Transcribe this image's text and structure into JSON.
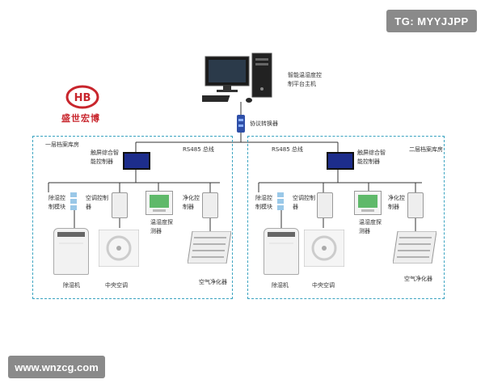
{
  "watermarks": {
    "tg": "TG: MYYJJPP",
    "site": "www.wnzcg.com"
  },
  "logo": {
    "text": "盛世宏博",
    "mark": "HB",
    "color": "#c8252c"
  },
  "host": {
    "label": "智能温湿度控制平台主机"
  },
  "converter": {
    "label": "协议转换器"
  },
  "bus": {
    "label": "RS485 总线"
  },
  "zones": {
    "left": {
      "title": "一层档案库房"
    },
    "right": {
      "title": "二层档案库房"
    }
  },
  "devices": {
    "touch_controller": "触屏综合智能控制器",
    "dehumidifier_ctrl": "除湿控制模块",
    "ac_ctrl": "空调控制器",
    "th_sensor": "温湿度探测器",
    "purifier_ctrl": "净化控制器",
    "dehumidifier": "除湿机",
    "central_ac": "中央空调",
    "air_purifier": "空气净化器"
  },
  "colors": {
    "zone_border": "#3aa3c0",
    "bus_line": "#333333",
    "screen": "#1d2d8c"
  }
}
